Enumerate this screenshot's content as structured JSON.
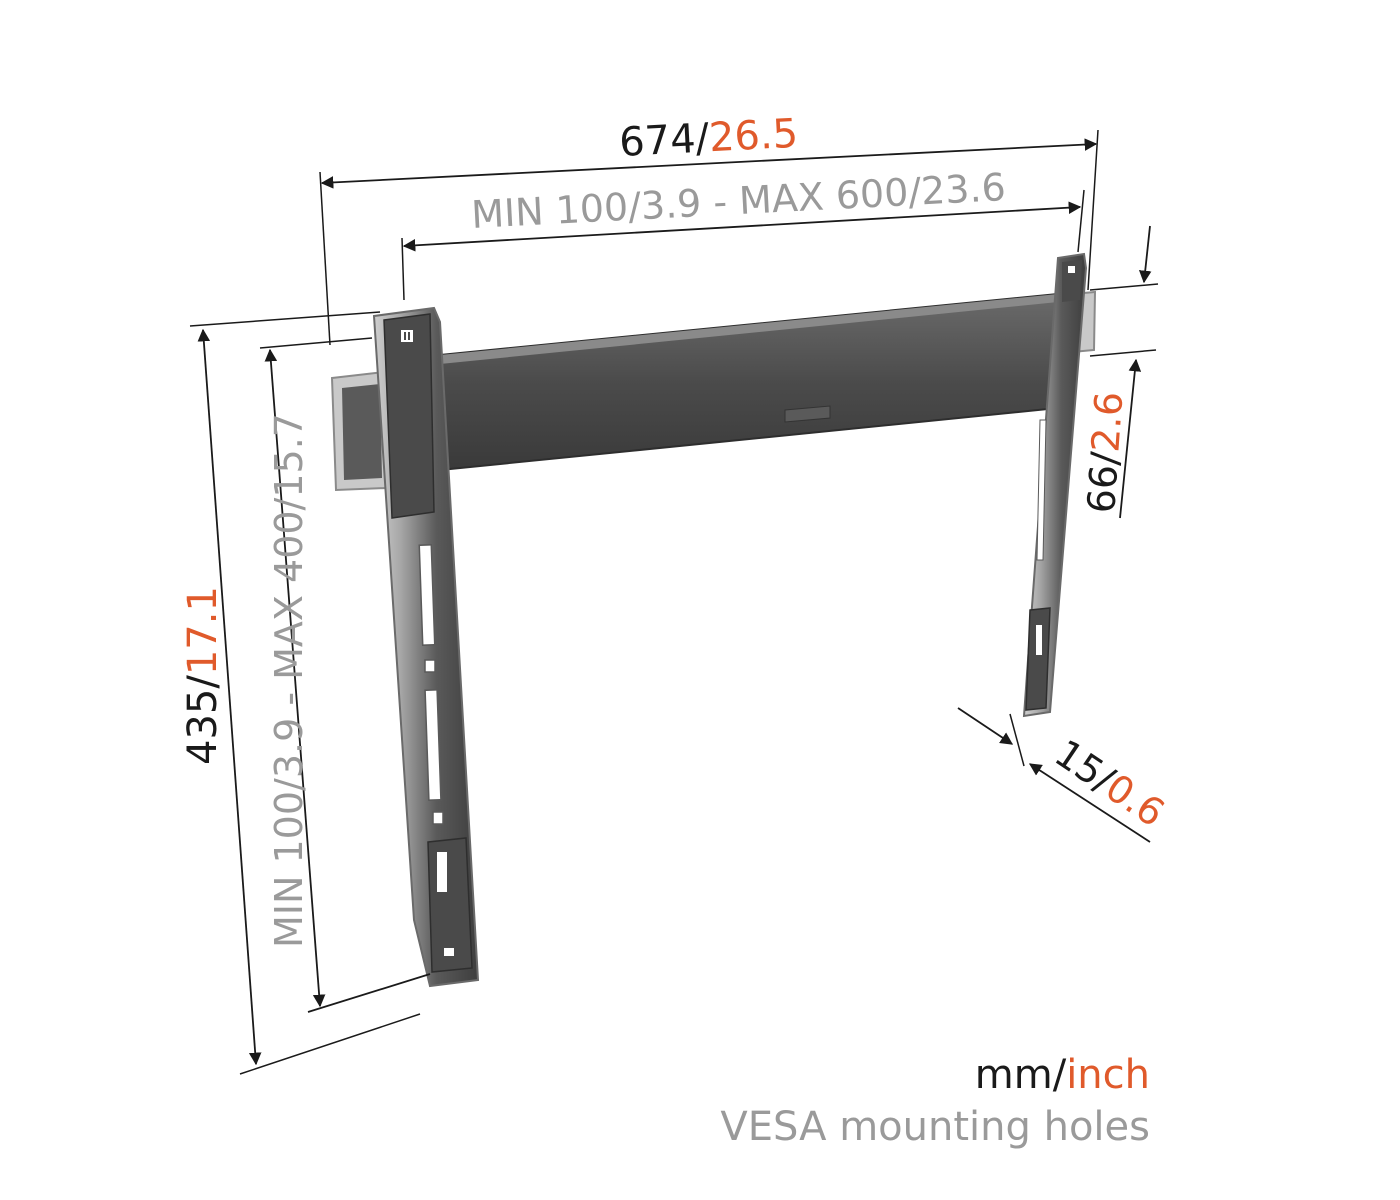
{
  "colors": {
    "mm_text": "#1a1a1a",
    "inch_text": "#e05a2b",
    "vesa_text": "#9a9a9a",
    "dimension_line": "#1a1a1a",
    "bracket_dark": "#4a4a4a",
    "bracket_light": "#b8b8b8"
  },
  "dimensions": {
    "overall_width": {
      "mm": "674/",
      "inch": "26.5"
    },
    "vesa_horizontal": {
      "label": "MIN 100/3.9 - MAX 600/23.6"
    },
    "overall_height": {
      "mm": "435/",
      "inch": "17.1"
    },
    "vesa_vertical": {
      "label": "MIN 100/3.9 - MAX 400/15.7"
    },
    "rail_height": {
      "mm": "66/",
      "inch": "2.6"
    },
    "wall_distance": {
      "mm": "15/",
      "inch": "0.6"
    }
  },
  "legend": {
    "units_mm": "mm/",
    "units_inch": "inch",
    "vesa_note": "VESA mounting holes"
  }
}
